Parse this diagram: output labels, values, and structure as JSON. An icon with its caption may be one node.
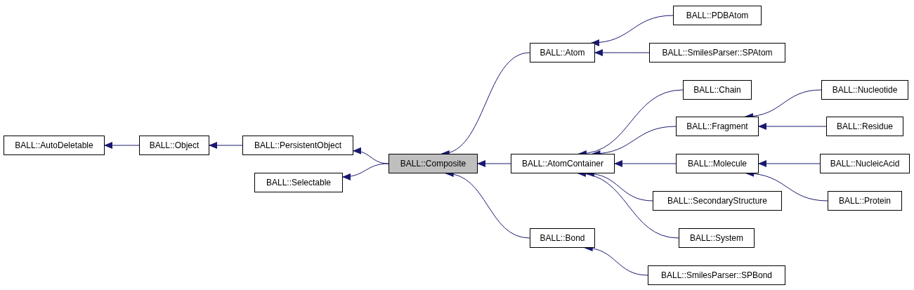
{
  "diagram": {
    "nodes": [
      {
        "text": [
          "BALL::AutoDeletable"
        ]
      },
      {
        "text": [
          "BALL::Object"
        ]
      },
      {
        "text": [
          "BALL::PersistentObject"
        ]
      },
      {
        "text": [
          "BALL::Selectable"
        ]
      },
      {
        "text": [
          "BALL::Composite"
        ]
      },
      {
        "text": [
          "BALL::Atom"
        ]
      },
      {
        "text": [
          "BALL::AtomContainer"
        ]
      },
      {
        "text": [
          "BALL::Bond"
        ]
      },
      {
        "text": [
          "BALL::PDBAtom"
        ]
      },
      {
        "text": [
          "BALL::SmilesParser::SPAtom"
        ]
      },
      {
        "text": [
          "BALL::Chain"
        ]
      },
      {
        "text": [
          "BALL::Fragment"
        ]
      },
      {
        "text": [
          "BALL::Molecule"
        ]
      },
      {
        "text": [
          "BALL::SecondaryStructure"
        ]
      },
      {
        "text": [
          "BALL::System"
        ]
      },
      {
        "text": [
          "BALL::SmilesParser::SPBond"
        ]
      },
      {
        "text": [
          "BALL::Nucleotide"
        ]
      },
      {
        "text": [
          "BALL::Residue"
        ]
      },
      {
        "text": [
          "BALL::NucleicAcid"
        ]
      },
      {
        "text": [
          "BALL::Protein"
        ]
      }
    ],
    "edges": [
      {
        "from": 1,
        "to": 0,
        "arrow": "to"
      },
      {
        "from": 2,
        "to": 1,
        "arrow": "to"
      },
      {
        "from": 4,
        "to": 2,
        "arrow": "to"
      },
      {
        "from": 4,
        "to": 3,
        "arrow": "to"
      },
      {
        "from": 5,
        "to": 4,
        "arrow": "to"
      },
      {
        "from": 6,
        "to": 4,
        "arrow": "to"
      },
      {
        "from": 7,
        "to": 4,
        "arrow": "to"
      },
      {
        "from": 8,
        "to": 5,
        "arrow": "to"
      },
      {
        "from": 9,
        "to": 5,
        "arrow": "to"
      },
      {
        "from": 10,
        "to": 6,
        "arrow": "to"
      },
      {
        "from": 11,
        "to": 6,
        "arrow": "to"
      },
      {
        "from": 12,
        "to": 6,
        "arrow": "to"
      },
      {
        "from": 13,
        "to": 6,
        "arrow": "to"
      },
      {
        "from": 14,
        "to": 6,
        "arrow": "to"
      },
      {
        "from": 15,
        "to": 7,
        "arrow": "to"
      },
      {
        "from": 16,
        "to": 11,
        "arrow": "to"
      },
      {
        "from": 17,
        "to": 11,
        "arrow": "to"
      },
      {
        "from": 18,
        "to": 12,
        "arrow": "to"
      },
      {
        "from": 19,
        "to": 12,
        "arrow": "to"
      }
    ]
  }
}
